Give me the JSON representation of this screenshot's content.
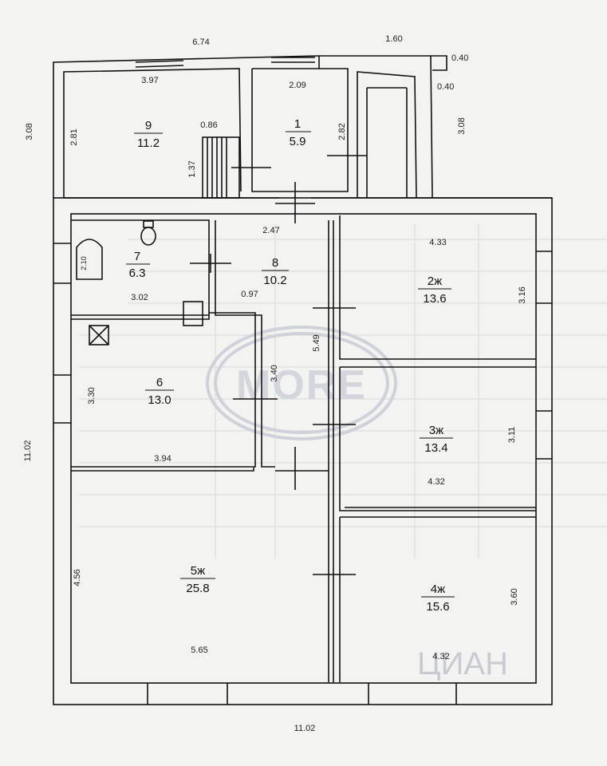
{
  "plan": {
    "outer_dims": {
      "top_left": "6.74",
      "top_right": "1.60",
      "corner_a": "0.40",
      "corner_b": "0.40",
      "left_upper": "3.08",
      "right_upper": "3.08",
      "left_total": "11.02",
      "bottom_total": "11.02"
    },
    "rooms": [
      {
        "id": "9",
        "number": "9",
        "area": "11.2"
      },
      {
        "id": "1",
        "number": "1",
        "area": "5.9"
      },
      {
        "id": "7",
        "number": "7",
        "area": "6.3"
      },
      {
        "id": "8",
        "number": "8",
        "area": "10.2"
      },
      {
        "id": "2",
        "number": "2ж",
        "area": "13.6"
      },
      {
        "id": "6",
        "number": "6",
        "area": "13.0"
      },
      {
        "id": "3",
        "number": "3ж",
        "area": "13.4"
      },
      {
        "id": "5",
        "number": "5ж",
        "area": "25.8"
      },
      {
        "id": "4",
        "number": "4ж",
        "area": "15.6"
      }
    ],
    "inner_dims": {
      "r9_top": "3.97",
      "r9_side": "2.81",
      "r9_stair_w": "0.86",
      "r9_stair_h": "1.37",
      "r1_top": "2.09",
      "r1_side": "2.82",
      "r8_top": "2.47",
      "r8_w": "0.97",
      "r8_h": "5.49",
      "r7_w": "3.02",
      "bath": "2.10",
      "r2_w": "4.33",
      "r2_h": "3.16",
      "r6_h": "3.30",
      "r6_side": "3.40",
      "r6_w": "3.94",
      "r3_h": "3.11",
      "r3_w": "4.32",
      "r5_h": "4.56",
      "r5_w": "5.65",
      "r4_h": "3.60",
      "r4_w": "4.32"
    }
  },
  "watermarks": {
    "agency": "MORE",
    "portal": "ЦИАН"
  }
}
